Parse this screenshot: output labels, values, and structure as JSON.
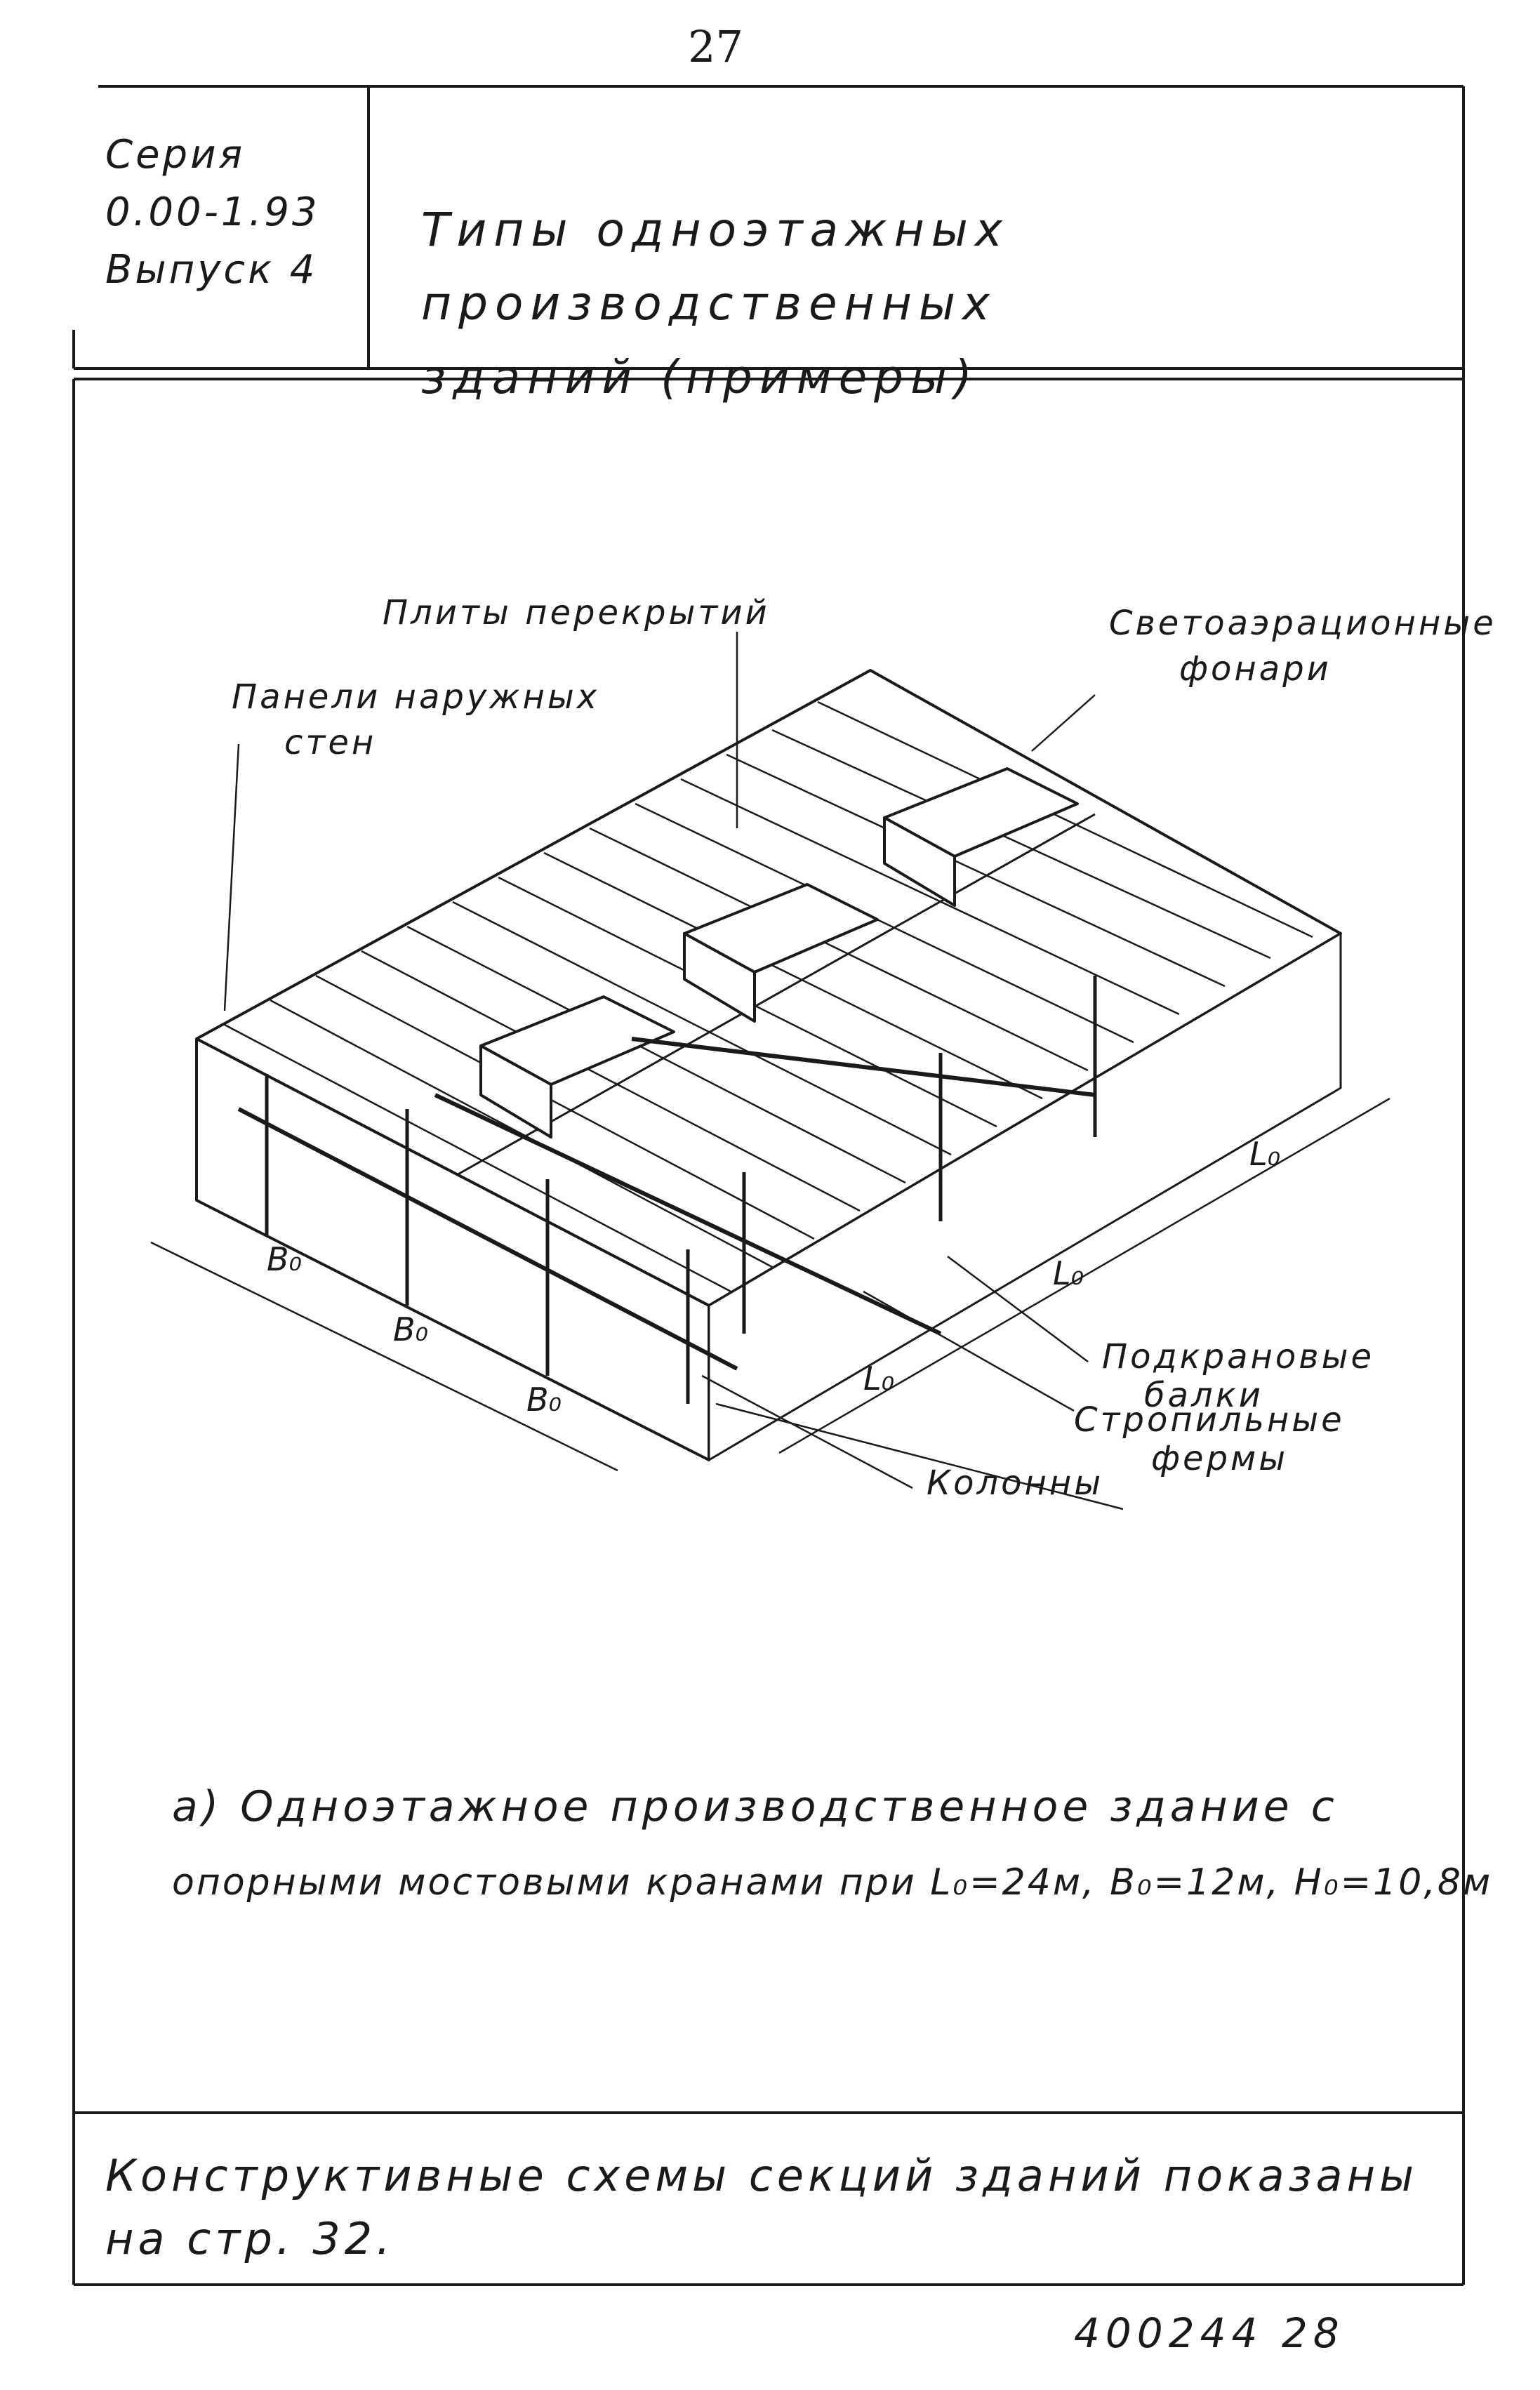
{
  "page_number": "27",
  "header": {
    "series_label": "Серия",
    "series_number": "0.00-1.93",
    "issue": "Выпуск 4",
    "title_line1": "Типы одноэтажных производственных",
    "title_line2": "зданий (примеры)"
  },
  "drawing": {
    "labels": {
      "floor_slabs": "Плиты перекрытий",
      "wall_panels_1": "Панели наружных",
      "wall_panels_2": "стен",
      "skylights_1": "Светоаэрационные",
      "skylights_2": "фонари",
      "crane_beams_1": "Подкрановые",
      "crane_beams_2": "балки",
      "trusses_1": "Стропильные",
      "trusses_2": "фермы",
      "columns": "Колонны"
    },
    "dimensions": {
      "b1": "B₀",
      "b2": "B₀",
      "b3": "B₀",
      "l1": "L₀",
      "l2": "L₀",
      "l3": "L₀"
    }
  },
  "caption": {
    "line1": "а) Одноэтажное производственное здание с",
    "line2": "опорными мостовыми кранами при L₀=24м, B₀=12м, H₀=10,8м"
  },
  "footer": {
    "note_line1": "Конструктивные схемы секций зданий показаны",
    "note_line2": "на стр. 32."
  },
  "stamp": "400244 28"
}
